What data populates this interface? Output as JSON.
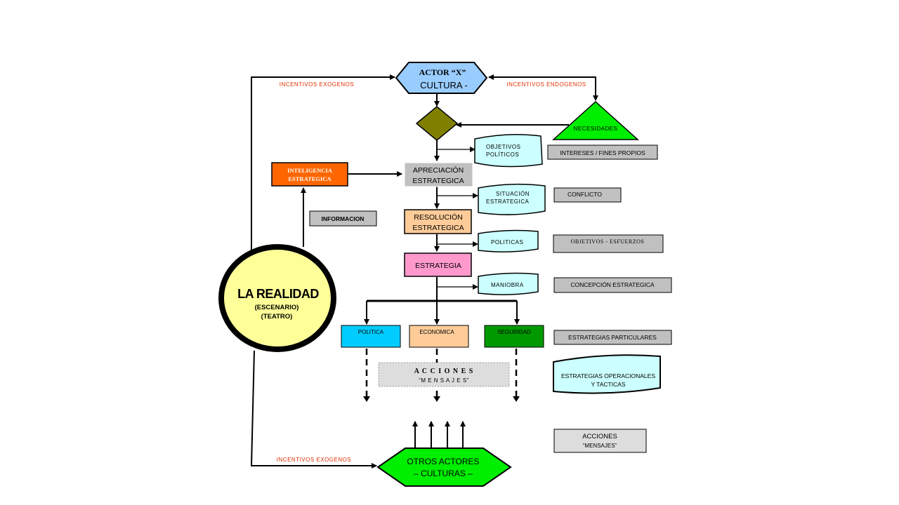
{
  "colors": {
    "actor": "#99ccff",
    "diamond": "#808000",
    "triangle": "#00ee00",
    "inteligencia": "#ff6600",
    "grey_box": "#c0c0c0",
    "resolucion": "#ffcc99",
    "estrategia": "#ff99cc",
    "wave": "#ccffff",
    "politica": "#00ccff",
    "economica": "#ffcc99",
    "seguridad": "#009900",
    "realidad": "#ffff99",
    "otros": "#00ee00",
    "incentivos": "#e03000"
  },
  "nodes": {
    "actor": {
      "line1": "ACTOR “X”",
      "line2": "CULTURA  -"
    },
    "necesidades": "NECESIDADES",
    "inteligencia": {
      "line1": "INTELIGENCIA",
      "line2": "ESTRATEGICA"
    },
    "apreciacion": {
      "line1": "APRECIACIÓN",
      "line2": "ESTRATEGICA"
    },
    "informacion": "INFORMACION",
    "resolucion": {
      "line1": "RESOLUCIÓN",
      "line2": "ESTRATEGICA"
    },
    "estrategia": "ESTRATEGIA",
    "realidad": {
      "title": "LA REALIDAD",
      "line1": "(ESCENARIO)",
      "line2": "(TEATRO)"
    },
    "politica": "POLITICA",
    "economica": "ECONOMICA",
    "seguridad": "SEGURIDAD",
    "acciones": {
      "line1": "A C C I O N E S",
      "line2": "“M E N S A J E S”"
    },
    "otros": {
      "line1": "OTROS   ACTORES",
      "line2": "–  CULTURAS  –"
    }
  },
  "wave_notes": {
    "objetivos_politicos": {
      "line1": "OBJETIVOS",
      "line2": "POLÍTICOS"
    },
    "situacion": {
      "line1": "SITUACIÓN",
      "line2": "ESTRATEGICA"
    },
    "politicas": "POLITICAS",
    "maniobra": "MANIOBRA"
  },
  "legend": {
    "intereses": "INTERESES / FINES PROPIOS",
    "conflicto": "CONFLICTO",
    "objetivos_esfuerzos": "OBJETIVOS  -  ESFUERZOS",
    "concepcion": "CONCEPCIÓN ESTRATEGICA",
    "estrategias_particulares": "ESTRATEGIAS PARTICULARES",
    "estrategias_operacionales": {
      "line1": "ESTRATEGIAS OPERACIONALES",
      "line2": "Y   TACTICAS"
    },
    "acciones_mensajes": {
      "line1": "ACCIONES",
      "line2": "“MENSAJES”"
    }
  },
  "incentivos": {
    "exogenos_top": "INCENTIVOS  EXOGENOS",
    "endogenos": "INCENTIVOS  ENDOGENOS",
    "exogenos_bottom": "INCENTIVOS  EXOGENOS"
  }
}
